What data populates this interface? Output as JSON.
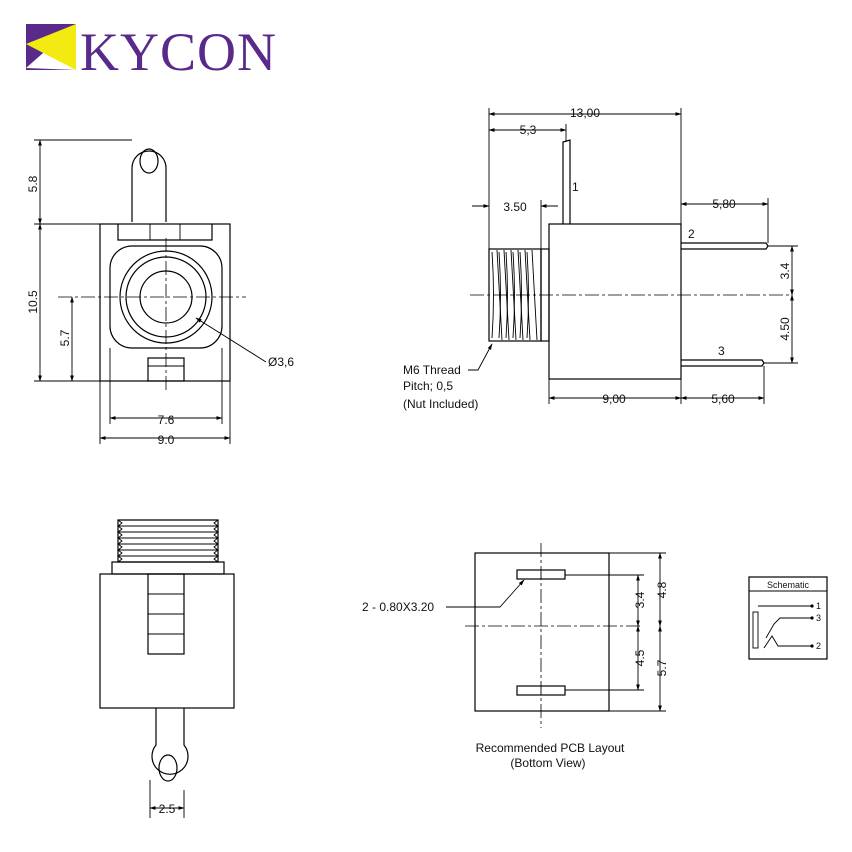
{
  "brand": {
    "name": "KYCON",
    "colors": {
      "purple": "#5a2a8a",
      "yellow": "#f2ea10"
    }
  },
  "front_view": {
    "dim_top_tab": "5.8",
    "dim_height": "10.5",
    "dim_center": "5.7",
    "dim_inner_width": "7.6",
    "dim_width": "9.0",
    "dim_hole": "Ø3,6"
  },
  "side_view": {
    "dim_total_length": "13,00",
    "dim_pin1_offset": "5,3",
    "dim_thread_length": "3.50",
    "dim_pin2_length": "5,80",
    "dim_pin3_length": "5,60",
    "dim_body_length": "9,00",
    "dim_pin2_offset": "3.4",
    "dim_pin3_offset": "4.50",
    "pin1_label": "1",
    "pin2_label": "2",
    "pin3_label": "3",
    "thread_note_1": "M6 Thread",
    "thread_note_2": "Pitch; 0,5",
    "thread_note_3": "(Nut Included)"
  },
  "bottom_view": {
    "dim_tab_width": "2.5"
  },
  "pcb_layout": {
    "slot_label": "2 - 0.80X3.20",
    "dim_top_slot": "3.4",
    "dim_top_edge": "4.8",
    "dim_bottom_slot": "4.5",
    "dim_bottom_edge": "5.7",
    "caption_1": "Recommended PCB Layout",
    "caption_2": "(Bottom View)"
  },
  "schematic": {
    "title": "Schematic",
    "pin1": "1",
    "pin3": "3",
    "pin2": "2"
  }
}
